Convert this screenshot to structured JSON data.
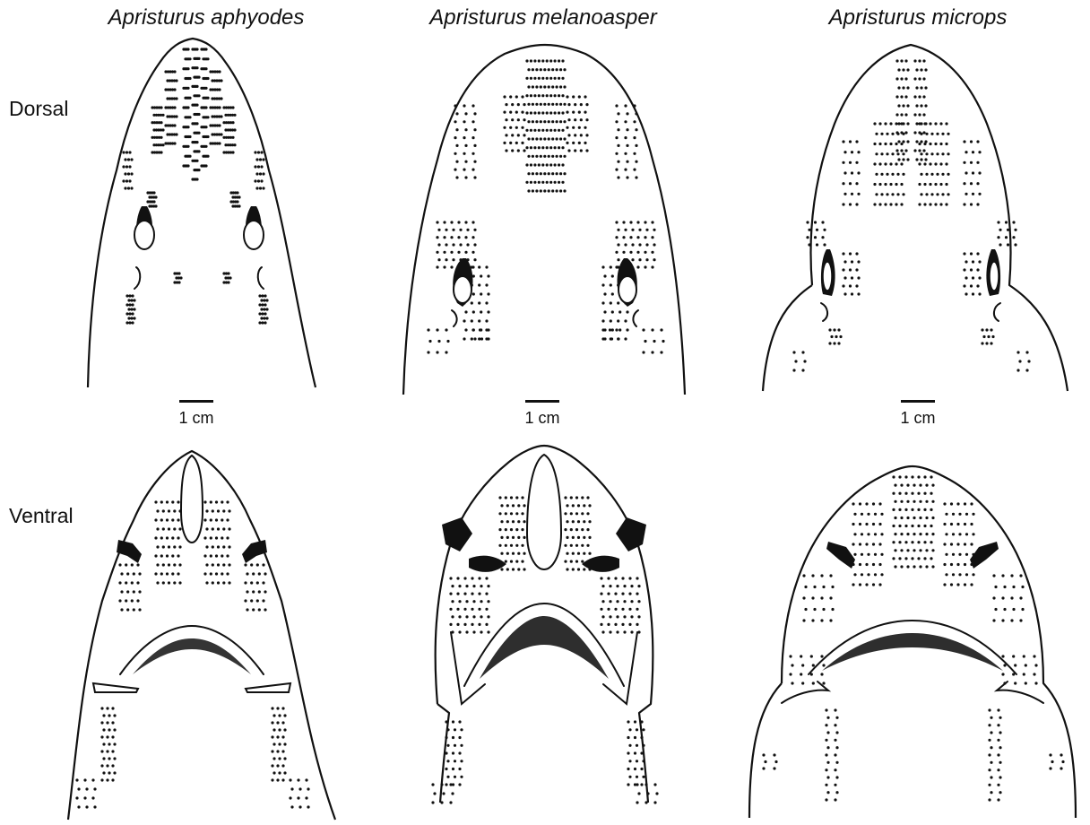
{
  "species": [
    {
      "name": "Apristurus aphyodes"
    },
    {
      "name": "Apristurus melanoasper"
    },
    {
      "name": "Apristurus microps"
    }
  ],
  "rows": {
    "dorsal": "Dorsal",
    "ventral": "Ventral"
  },
  "scale_bar": {
    "label": "1 cm"
  }
}
